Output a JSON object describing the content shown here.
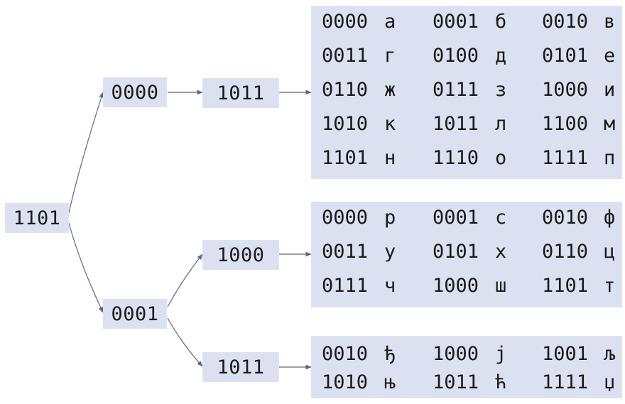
{
  "root": {
    "code": "1101"
  },
  "level1": [
    {
      "code": "0000"
    },
    {
      "code": "0001"
    }
  ],
  "level2": [
    {
      "code": "1011"
    },
    {
      "code": "1000"
    },
    {
      "code": "1011"
    }
  ],
  "tables": [
    {
      "rows": [
        [
          {
            "code": "0000",
            "letter": "а"
          },
          {
            "code": "0001",
            "letter": "б"
          },
          {
            "code": "0010",
            "letter": "в"
          }
        ],
        [
          {
            "code": "0011",
            "letter": "г"
          },
          {
            "code": "0100",
            "letter": "д"
          },
          {
            "code": "0101",
            "letter": "е"
          }
        ],
        [
          {
            "code": "0110",
            "letter": "ж"
          },
          {
            "code": "0111",
            "letter": "з"
          },
          {
            "code": "1000",
            "letter": "и"
          }
        ],
        [
          {
            "code": "1010",
            "letter": "к"
          },
          {
            "code": "1011",
            "letter": "л"
          },
          {
            "code": "1100",
            "letter": "м"
          }
        ],
        [
          {
            "code": "1101",
            "letter": "н"
          },
          {
            "code": "1110",
            "letter": "о"
          },
          {
            "code": "1111",
            "letter": "п"
          }
        ]
      ]
    },
    {
      "rows": [
        [
          {
            "code": "0000",
            "letter": "р"
          },
          {
            "code": "0001",
            "letter": "с"
          },
          {
            "code": "0010",
            "letter": "ф"
          }
        ],
        [
          {
            "code": "0011",
            "letter": "у"
          },
          {
            "code": "0101",
            "letter": "х"
          },
          {
            "code": "0110",
            "letter": "ц"
          }
        ],
        [
          {
            "code": "0111",
            "letter": "ч"
          },
          {
            "code": "1000",
            "letter": "ш"
          },
          {
            "code": "1101",
            "letter": "т"
          }
        ]
      ]
    },
    {
      "rows": [
        [
          {
            "code": "0010",
            "letter": "ђ"
          },
          {
            "code": "1000",
            "letter": "ј"
          },
          {
            "code": "1001",
            "letter": "љ"
          }
        ],
        [
          {
            "code": "1010",
            "letter": "њ"
          },
          {
            "code": "1011",
            "letter": "ћ"
          },
          {
            "code": "1111",
            "letter": "џ"
          }
        ]
      ]
    }
  ]
}
